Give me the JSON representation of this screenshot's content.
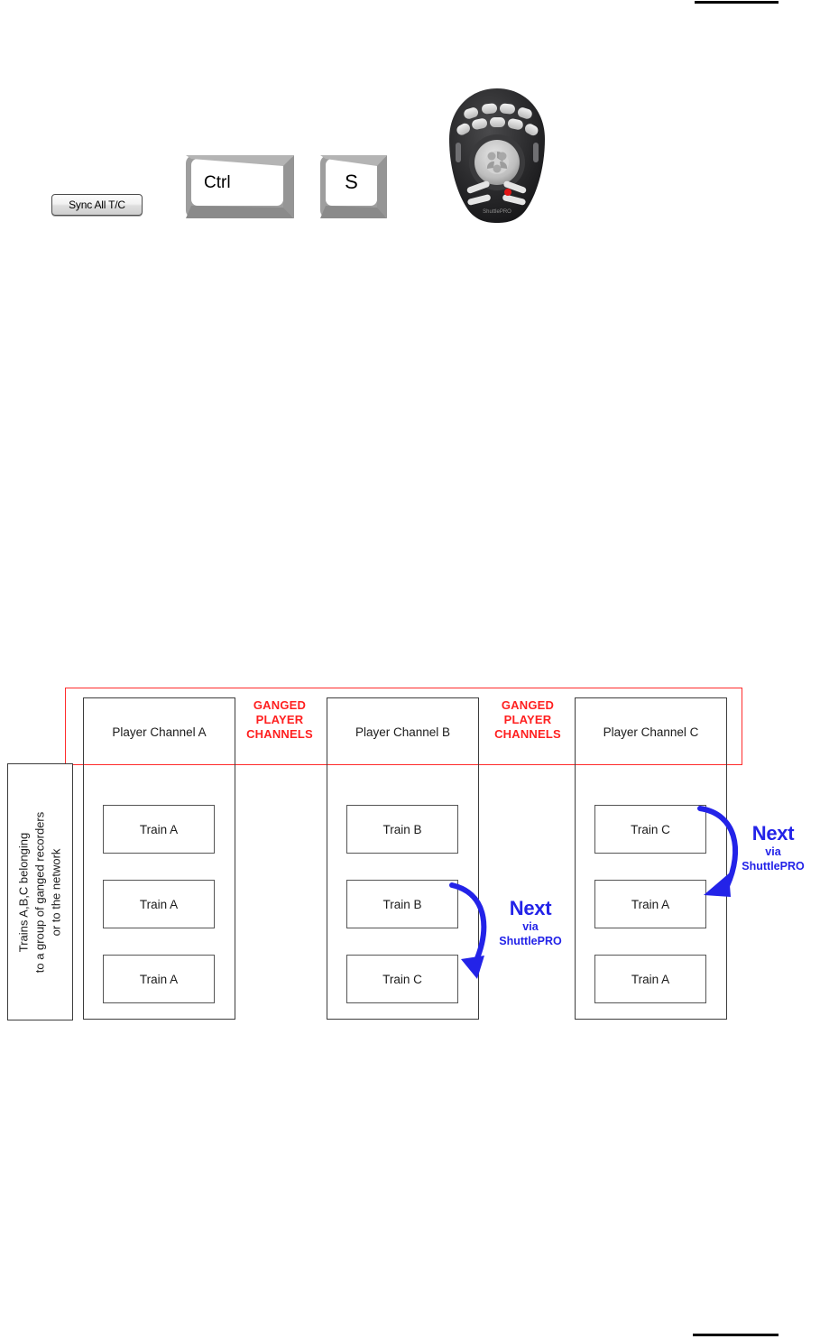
{
  "page": {
    "crop_marks": [
      "top-bar",
      "bottom-bar"
    ]
  },
  "controls": {
    "sync_button_label": "Sync All T/C",
    "keys": [
      {
        "name": "ctrl",
        "label": "Ctrl"
      },
      {
        "name": "s",
        "label": "S"
      }
    ],
    "device": {
      "name": "ShuttlePRO",
      "brand_text": "ShuttlePRO"
    }
  },
  "diagram": {
    "ganged_labels": [
      {
        "id": "ab",
        "text": "GANGED PLAYER CHANNELS",
        "line1": "GANGED",
        "line2": "PLAYER",
        "line3": "CHANNELS"
      },
      {
        "id": "bc",
        "text": "GANGED PLAYER CHANNELS",
        "line1": "GANGED",
        "line2": "PLAYER",
        "line3": "CHANNELS"
      }
    ],
    "network_note": {
      "line1": "Trains A,B,C belonging",
      "line2": "to a group of ganged recorders",
      "line3": "or to the network"
    },
    "channels": [
      {
        "id": "a",
        "title": "Player Channel A",
        "trains": [
          "Train A",
          "Train A",
          "Train A"
        ]
      },
      {
        "id": "b",
        "title": "Player Channel B",
        "trains": [
          "Train B",
          "Train B",
          "Train C"
        ]
      },
      {
        "id": "c",
        "title": "Player Channel C",
        "trains": [
          "Train C",
          "Train A",
          "Train A"
        ]
      }
    ],
    "annotations": [
      {
        "id": "next-b",
        "main": "Next",
        "via": "via",
        "device": "ShuttlePRO",
        "from_train": "Train B",
        "to_train": "Train C"
      },
      {
        "id": "next-c",
        "main": "Next",
        "via": "via",
        "device": "ShuttlePRO",
        "from_train": "Train C",
        "to_train": "Train A"
      }
    ]
  },
  "colors": {
    "ganged_red": "#ff2020",
    "annotation_blue": "#2323e8",
    "box_border": "#3c3c3c",
    "train_border": "#555555"
  }
}
